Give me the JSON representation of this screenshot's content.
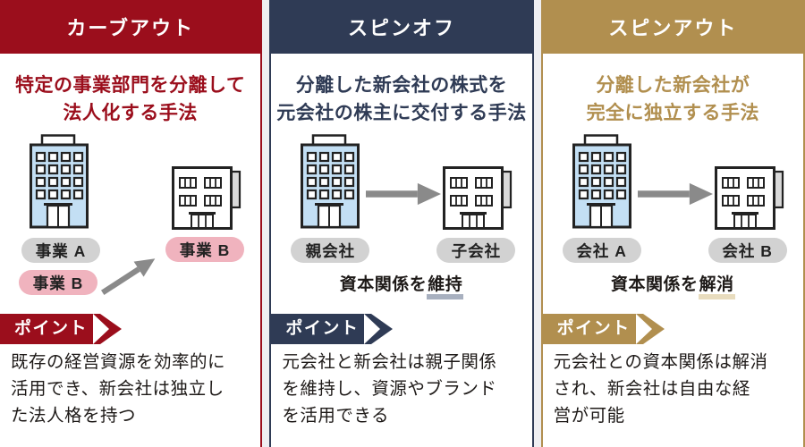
{
  "palette": {
    "page_bg": "#EFEFF2",
    "card_bg": "#FFFFFF",
    "building_fill": "#C3DFF4",
    "building_outline": "#222222",
    "tab_fill": "#D9D9D9",
    "arrow": "#8A8A8A",
    "body_text": "#1E1A18",
    "pill_gray": "#D2D2D2",
    "pill_pink": "#F0B3BE"
  },
  "columns": [
    {
      "title": "カーブアウト",
      "accent": "#9B0E1C",
      "subtitle": "特定の事業部門を分離して\n法人化する手法",
      "labels": {
        "source": [
          {
            "text": "事業 A",
            "bg": "#D2D2D2"
          },
          {
            "text": "事業 B",
            "bg": "#F0B3BE"
          }
        ],
        "target": [
          {
            "text": "事業 B",
            "bg": "#F0B3BE"
          }
        ]
      },
      "caption": null,
      "point_label": "ポイント",
      "point_text": "既存の経営資源を効率的に\n活用でき、新会社は独立し\nた法人格を持つ"
    },
    {
      "title": "スピンオフ",
      "accent": "#2F3B55",
      "subtitle": "分離した新会社の株式を\n元会社の株主に交付する手法",
      "labels": {
        "source": [
          {
            "text": "親会社",
            "bg": "#D2D2D2"
          }
        ],
        "target": [
          {
            "text": "子会社",
            "bg": "#D2D2D2"
          }
        ]
      },
      "caption": {
        "prefix": "資本関係を",
        "highlight": "維持",
        "underline": "#A8B0BF"
      },
      "point_label": "ポイント",
      "point_text": "元会社と新会社は親子関係\nを維持し、資源やブランド\nを活用できる"
    },
    {
      "title": "スピンアウト",
      "accent": "#B18F4F",
      "subtitle": "分離した新会社が\n完全に独立する手法",
      "labels": {
        "source": [
          {
            "text": "会社 A",
            "bg": "#D2D2D2"
          }
        ],
        "target": [
          {
            "text": "会社 B",
            "bg": "#D2D2D2"
          }
        ]
      },
      "caption": {
        "prefix": "資本関係を",
        "highlight": "解消",
        "underline": "#E8DCBE"
      },
      "point_label": "ポイント",
      "point_text": "元会社との資本関係は解消\nされ、新会社は自由な経\n営が可能"
    }
  ]
}
